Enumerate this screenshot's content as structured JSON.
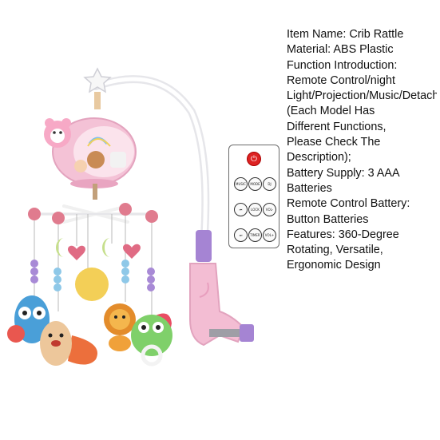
{
  "description": {
    "lines": [
      "Item Name: Crib Rattle",
      "Material: ABS Plastic",
      "Function Introduction:",
      "Remote Control/night",
      "Light/Projection/Music/Detachable",
      "(Each Model Has",
      "Different Functions,",
      "Please Check The",
      "Description);",
      "Battery Supply: 3 AAA",
      "Batteries",
      "Remote Control Battery:",
      "Button Batteries",
      "Features: 360-Degree",
      "Rotating, Versatile,",
      "Ergonomic Design"
    ]
  },
  "remote": {
    "buttons": {
      "music": "MUSIC",
      "mode": "MODE",
      "dj": "DJ",
      "prev": "⏮",
      "lock": "LOCK",
      "vol_down": "VOL-",
      "next": "⏭",
      "timer": "TIMER",
      "vol_up": "VOL+"
    },
    "power_icon": "power-icon"
  },
  "colors": {
    "pink": "#f2b8cf",
    "purple": "#b08ad8",
    "text": "#111111"
  }
}
